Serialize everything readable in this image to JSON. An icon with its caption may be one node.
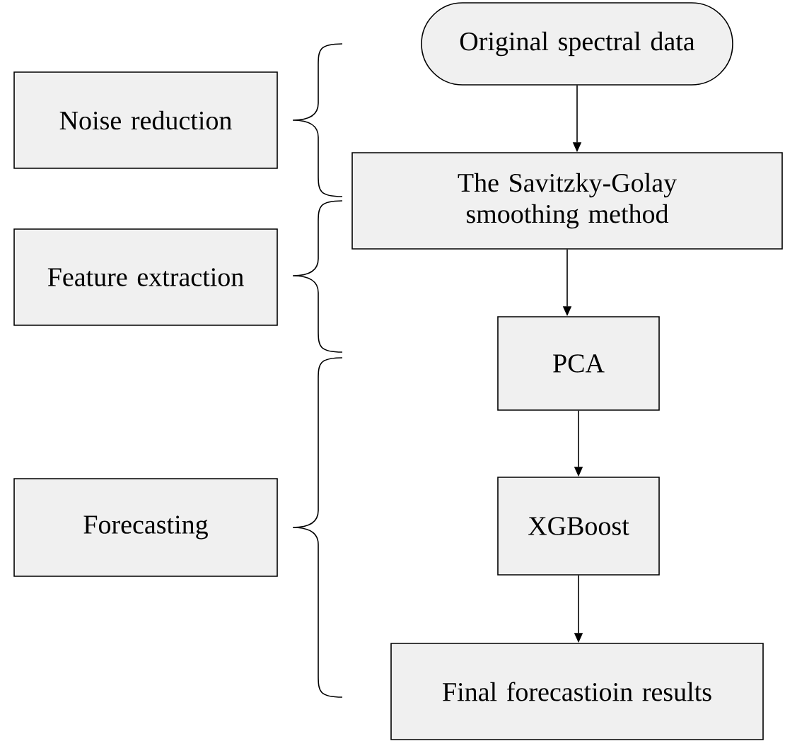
{
  "diagram": {
    "nodes": [
      {
        "text": [
          "Original spectral data"
        ]
      },
      {
        "text": [
          "The Savitzky-Golay smoothing method"
        ]
      },
      {
        "text": [
          "PCA"
        ]
      },
      {
        "text": [
          "XGBoost"
        ]
      },
      {
        "text": [
          "Final forecastioin results"
        ]
      },
      {
        "text": [
          "Noise reduction"
        ]
      },
      {
        "text": [
          "Feature extraction"
        ]
      },
      {
        "text": [
          "Forecasting"
        ]
      }
    ],
    "edges": [
      {
        "from": 0,
        "to": 1,
        "arrow": "to"
      },
      {
        "from": 1,
        "to": 2,
        "arrow": "to"
      },
      {
        "from": 2,
        "to": 3,
        "arrow": "to"
      },
      {
        "from": 3,
        "to": 4,
        "arrow": "to"
      }
    ]
  }
}
